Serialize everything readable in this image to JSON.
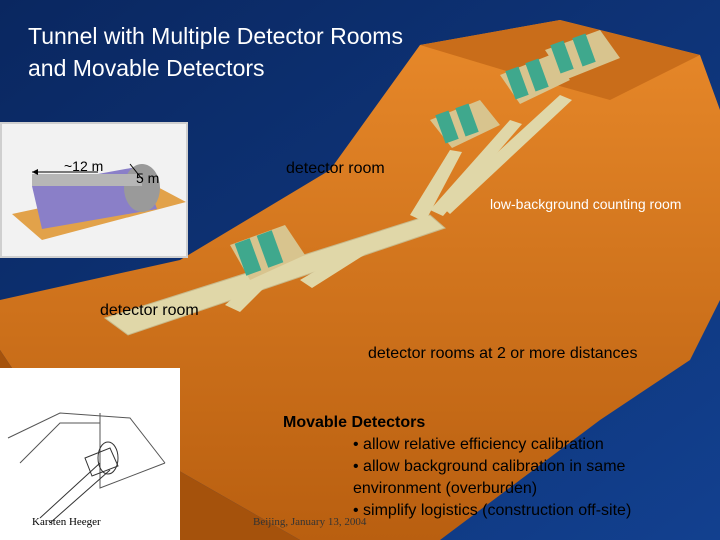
{
  "slide": {
    "title_lines": [
      "Tunnel with Multiple Detector Rooms",
      "and Movable Detectors"
    ],
    "inset_dimensions": {
      "length": "~12 m",
      "diameter": "5 m"
    },
    "labels": {
      "detector_room_top": "detector room",
      "low_background": "low-background counting room",
      "detector_room_left": "detector room",
      "detector_rooms_distances": "detector rooms at 2 or more distances"
    },
    "movable": {
      "heading": "Movable Detectors",
      "items": [
        "• allow relative efficiency calibration",
        "• allow background calibration in same",
        "environment (overburden)",
        "• simplify logistics (construction off-site)"
      ]
    },
    "footer": {
      "author": "Karsten Heeger",
      "event": "Beijing, January 13, 2004"
    },
    "colors": {
      "background": "#0b2a66",
      "rock": "#d9781d",
      "tunnel": "#e0d7a8",
      "detector": "#3fa88d"
    }
  }
}
